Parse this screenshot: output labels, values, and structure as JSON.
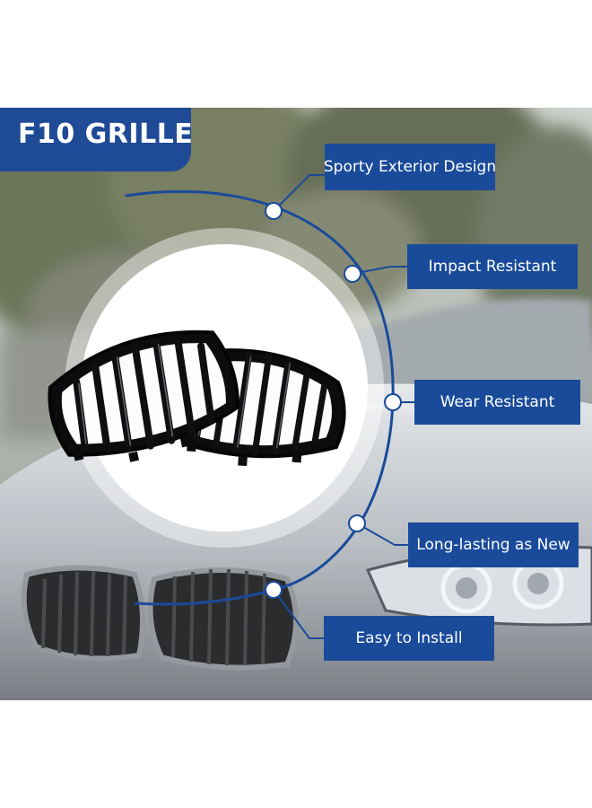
{
  "title": "F10 GRILLE",
  "features": [
    "Sporty Exterior Design",
    "Impact Resistant",
    "Wear Resistant",
    "Long-lasting as New",
    "Easy to Install"
  ],
  "colors": {
    "label_blue": "#1a4b9a",
    "title_blue": "#1e4a96",
    "arc_blue": "#1a4b9a",
    "grille_black": "#0c0c0e"
  }
}
